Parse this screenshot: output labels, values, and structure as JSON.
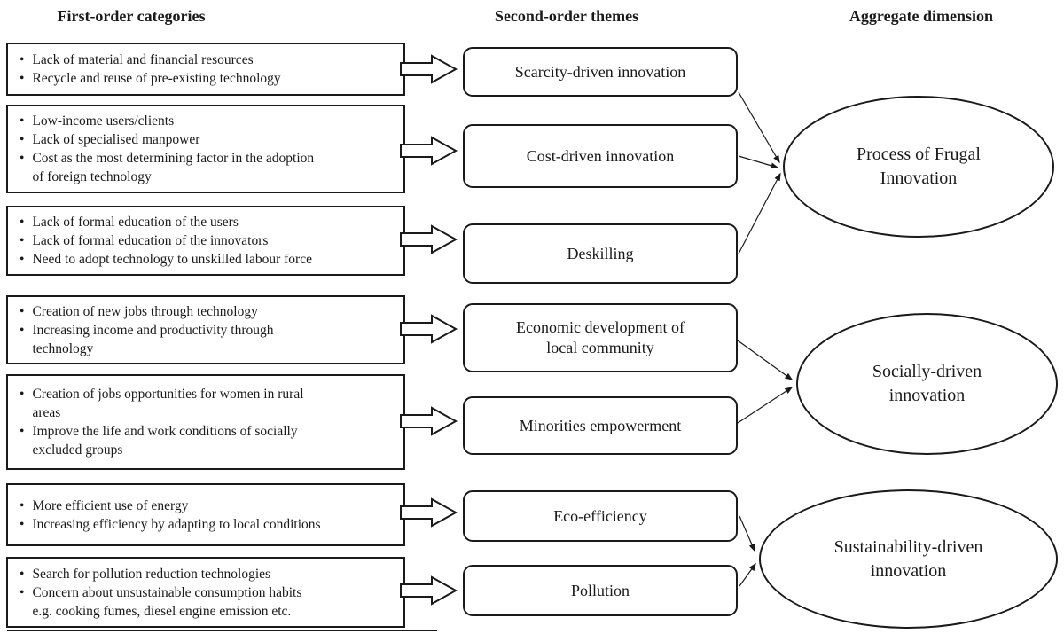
{
  "headers": {
    "col1": "First-order categories",
    "col2": "Second-order themes",
    "col3": "Aggregate dimension"
  },
  "first_order": [
    {
      "bullets": [
        "Lack of material and financial resources",
        "Recycle and reuse of pre-existing technology"
      ]
    },
    {
      "bullets": [
        "Low-income users/clients",
        "Lack of specialised manpower",
        "Cost as the most determining factor in the adoption\nof foreign technology"
      ]
    },
    {
      "bullets": [
        "Lack of formal education of the users",
        "Lack of formal education of the innovators",
        "Need to adopt technology to unskilled labour force"
      ]
    },
    {
      "bullets": [
        "Creation of new jobs through technology",
        "Increasing income and productivity through\ntechnology"
      ]
    },
    {
      "bullets": [
        "Creation of jobs opportunities for women in rural\nareas",
        "Improve the life and work conditions of socially\nexcluded groups"
      ]
    },
    {
      "bullets": [
        "More efficient use of energy",
        "Increasing efficiency by adapting to local conditions"
      ]
    },
    {
      "bullets": [
        "Search for pollution reduction technologies",
        "Concern about unsustainable consumption habits\ne.g. cooking fumes, diesel engine emission etc."
      ]
    }
  ],
  "second_order": [
    "Scarcity-driven innovation",
    "Cost-driven innovation",
    "Deskilling",
    "Economic development of\nlocal community",
    "Minorities empowerment",
    "Eco-efficiency",
    "Pollution"
  ],
  "aggregate": [
    "Process of Frugal\nInnovation",
    "Socially-driven\ninnovation",
    "Sustainability-driven\ninnovation"
  ],
  "bullet_glyph": "•",
  "colors": {
    "stroke": "#1a1a1a",
    "background": "#ffffff"
  }
}
